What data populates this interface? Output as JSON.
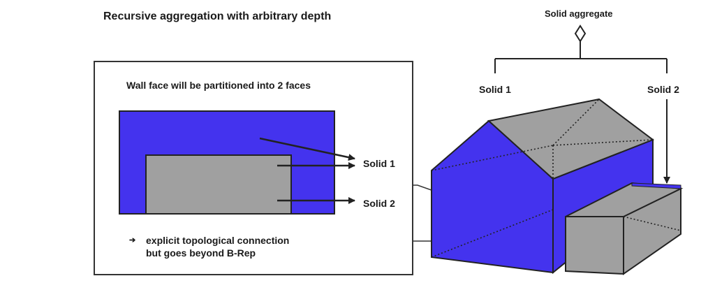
{
  "title": "Recursive aggregation with arbitrary depth",
  "inset": {
    "heading": "Wall face will be partitioned into 2 faces",
    "callout_solid1": "Solid 1",
    "callout_solid2": "Solid 2",
    "note_arrow": "➔",
    "note_line1": "explicit topological connection",
    "note_line2": "but goes beyond B-Rep"
  },
  "aggregate": {
    "title": "Solid aggregate",
    "solid1_label": "Solid 1",
    "solid2_label": "Solid 2"
  },
  "colors": {
    "wall_blue": "#4433ee",
    "gray_face": "#a0a0a0",
    "line": "#222222"
  }
}
